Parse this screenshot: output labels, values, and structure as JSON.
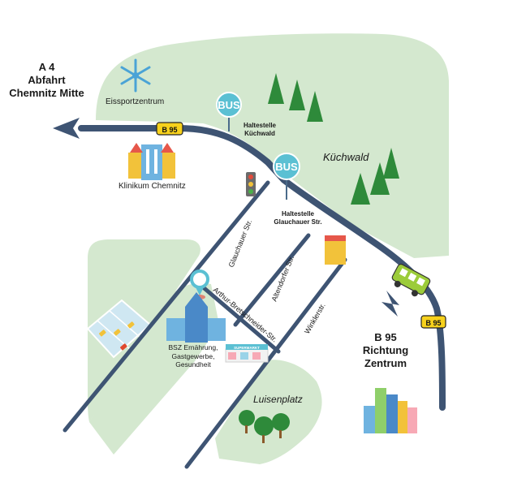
{
  "labels": {
    "a4_line1": "A 4",
    "a4_line2": "Abfahrt",
    "a4_line3": "Chemnitz Mitte",
    "eissport": "Eissportzentrum",
    "stop1_line1": "Haltestelle",
    "stop1_line2": "Küchwald",
    "stop2_line1": "Haltestelle",
    "stop2_line2": "Glauchauer Str.",
    "kuechwald": "Küchwald",
    "klinikum": "Klinikum Chemnitz",
    "b95_badge_1": "B 95",
    "b95_badge_2": "B 95",
    "b95_dir_line1": "B 95",
    "b95_dir_line2": "Richtung",
    "b95_dir_line3": "Zentrum",
    "glauchauer": "Glauchauer Str.",
    "altendorfer": "Altendorfer Str.",
    "arthur": "Arthur-Bretschneider-Str.",
    "winkler": "Winklerstr.",
    "bsz_line1": "BSZ Ernährung,",
    "bsz_line2": "Gastgewerbe,",
    "bsz_line3": "Gesundheit",
    "luisenplatz": "Luisenplatz",
    "bus_sign_1": "BUS",
    "bus_sign_2": "BUS",
    "shop_sign": "SUPERMARKT"
  },
  "icons": {
    "snowflake": "snowflake-icon",
    "bus_stop": "bus-stop-icon",
    "traffic_light": "traffic-light-icon",
    "location_pin": "location-pin-icon",
    "bus": "bus-icon"
  },
  "colors": {
    "green_area": "#d4e8cf",
    "main_road": "#3e5473",
    "side_road": "#3e5473",
    "badge_yellow": "#f7d11c",
    "bus_sign": "#5bc0d3",
    "tree": "#2e8a3a"
  }
}
